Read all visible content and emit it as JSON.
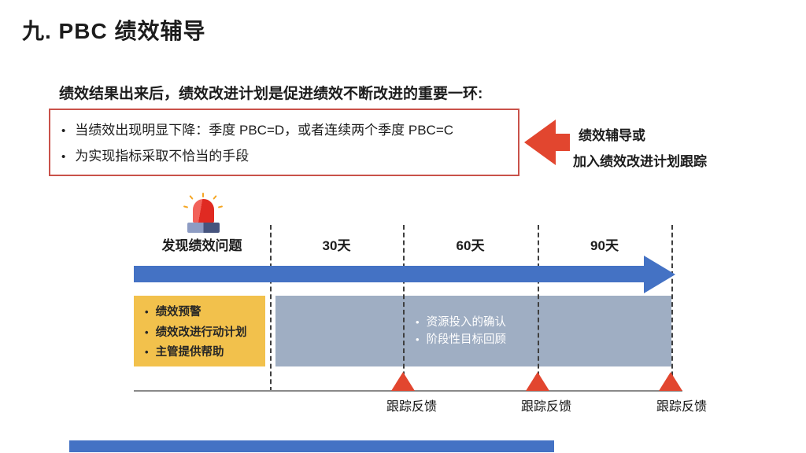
{
  "title": "九. PBC 绩效辅导",
  "heading": "绩效结果出来后，绩效改进计划是促进绩效不断改进的重要一环:",
  "alert_box": {
    "bullet1": "当绩效出现明显下降：季度 PBC=D，或者连续两个季度 PBC=C",
    "bullet2": "为实现指标采取不恰当的手段"
  },
  "callout": {
    "line1": "绩效辅导或",
    "line2": "加入绩效改进计划跟踪"
  },
  "timeline": {
    "phases": [
      "发现绩效问题",
      "30天",
      "60天",
      "90天"
    ],
    "start_actions": [
      "绩效预警",
      "绩效改进行动计划",
      "主管提供帮助"
    ],
    "tracking_actions": [
      "资源投入的确认",
      "阶段性目标回顾"
    ],
    "feedback_markers": [
      "跟踪反馈",
      "跟踪反馈",
      "跟踪反馈"
    ]
  },
  "icons": {
    "alarm": "alarm-siren-icon",
    "callout_arrow": "left-arrow-icon",
    "timeline_arrow": "right-arrow-icon",
    "feedback_marker": "triangle-up-icon"
  },
  "colors": {
    "accent_red": "#E2462F",
    "border_red": "#C9524A",
    "timeline_blue": "#4472C4",
    "warning_yellow": "#F2C14C",
    "tracking_gray": "#9FAEC3"
  }
}
